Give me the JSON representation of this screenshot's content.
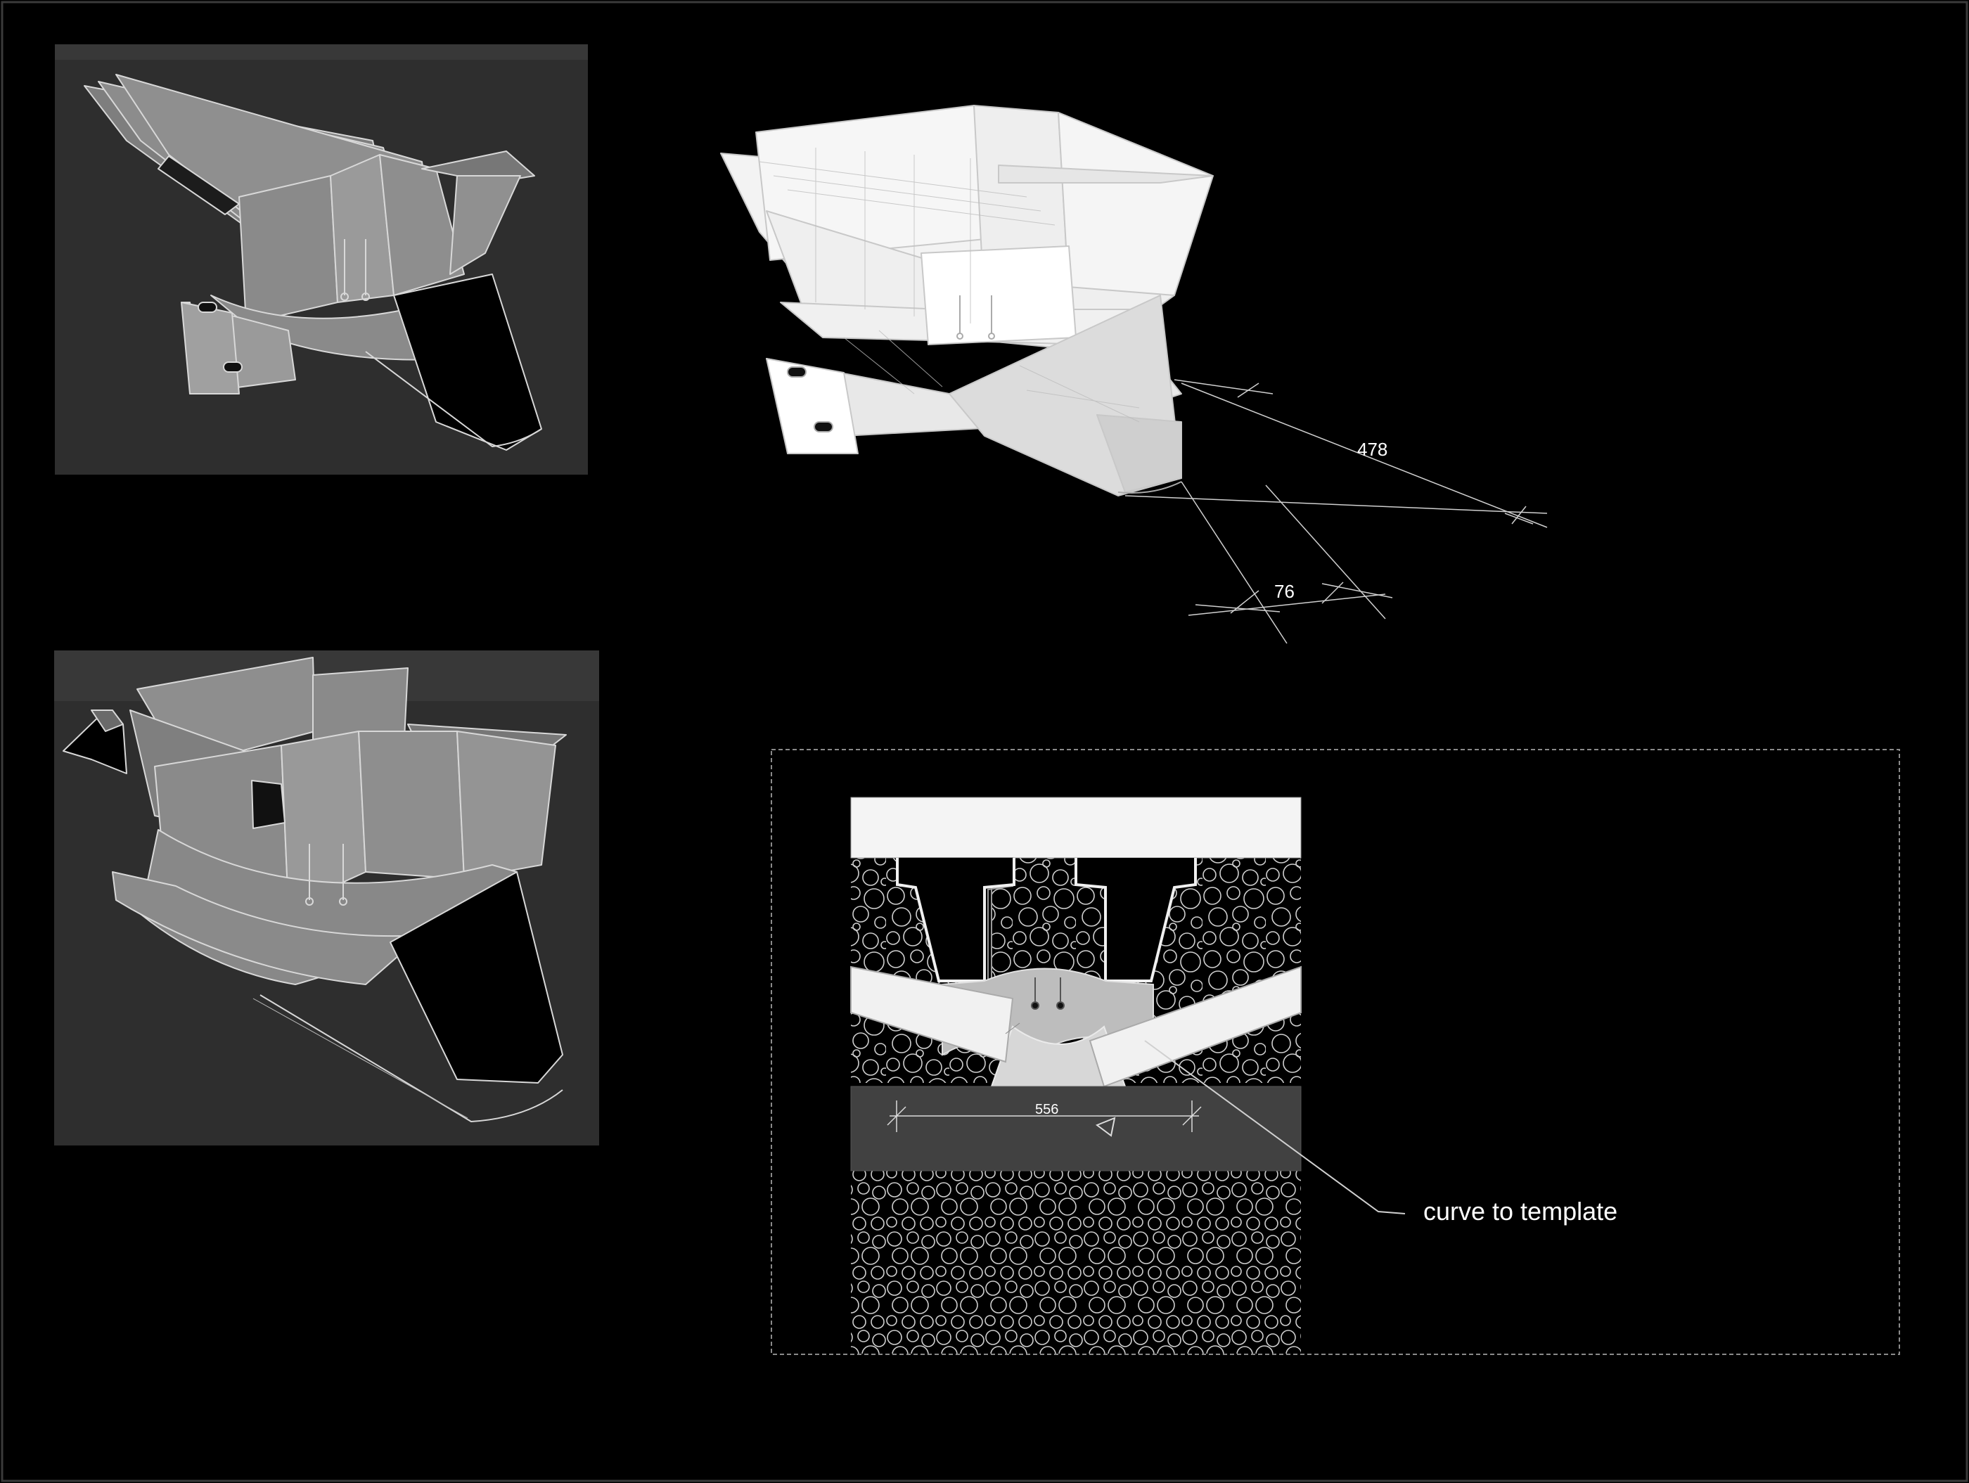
{
  "drawing": {
    "dimensions": {
      "perspective_length": "478",
      "perspective_thickness": "76",
      "section_width": "556"
    },
    "annotations": {
      "leader_note": "curve to template"
    }
  },
  "colors": {
    "background": "#000000",
    "panel": "#2e2e2e",
    "grey_face": "#8c8c8c",
    "grey_face_dark": "#6f6f6f",
    "white_face": "#f2f2f2",
    "line": "#d8d8d8",
    "ground_band": "#414141"
  }
}
